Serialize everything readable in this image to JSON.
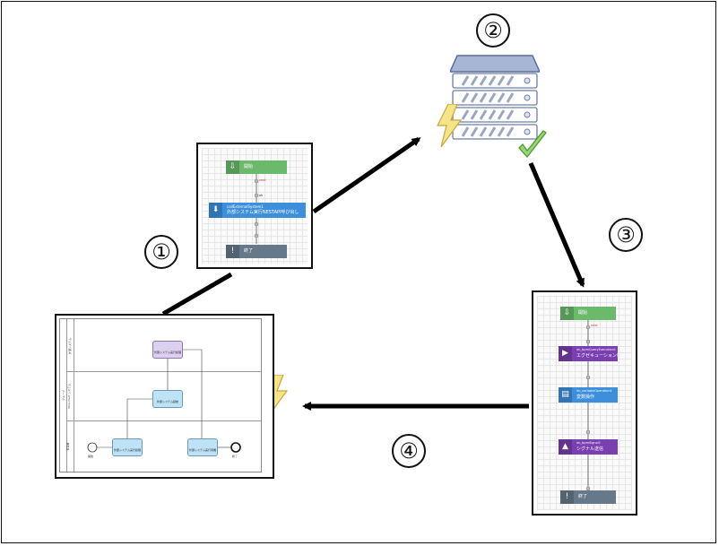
{
  "steps": {
    "one": "①",
    "two": "②",
    "three": "③",
    "four": "④"
  },
  "panel1": {
    "start": "開始",
    "call_id": "callExternalSystem1",
    "call_label": "外部システム実行NESTAPI呼び出し",
    "end": "終了",
    "edge_a": "next",
    "edge_b": "ok"
  },
  "panel3": {
    "start": "開始",
    "n1_id": "im_bpmQueryExecution1",
    "n1_label": "エグゼキューション検索",
    "n2_id": "im_variableOperation1",
    "n2_label": "変数操作",
    "n3_id": "im_bpmSignal1",
    "n3_label": "シグナル送信",
    "end": "終了",
    "edge": "next"
  },
  "bpmn": {
    "lane_group": "グループ",
    "lane1": "外部システム",
    "lane2": "intra-mart システム",
    "lane3": "担当者",
    "task_ext": "外部システム実行処理",
    "task_recv": "外部システム起動",
    "task_a": "外部システム実行処理",
    "task_b": "外部システム実行待機",
    "start": "開始",
    "end": "終了"
  },
  "colors": {
    "green": "#6bb96b",
    "blue": "#3d8fdc",
    "purple": "#7a3fb0",
    "slate": "#66798a",
    "server": "#8fa2c8",
    "check": "#8ccf6a",
    "bolt": "#f3e07a"
  }
}
